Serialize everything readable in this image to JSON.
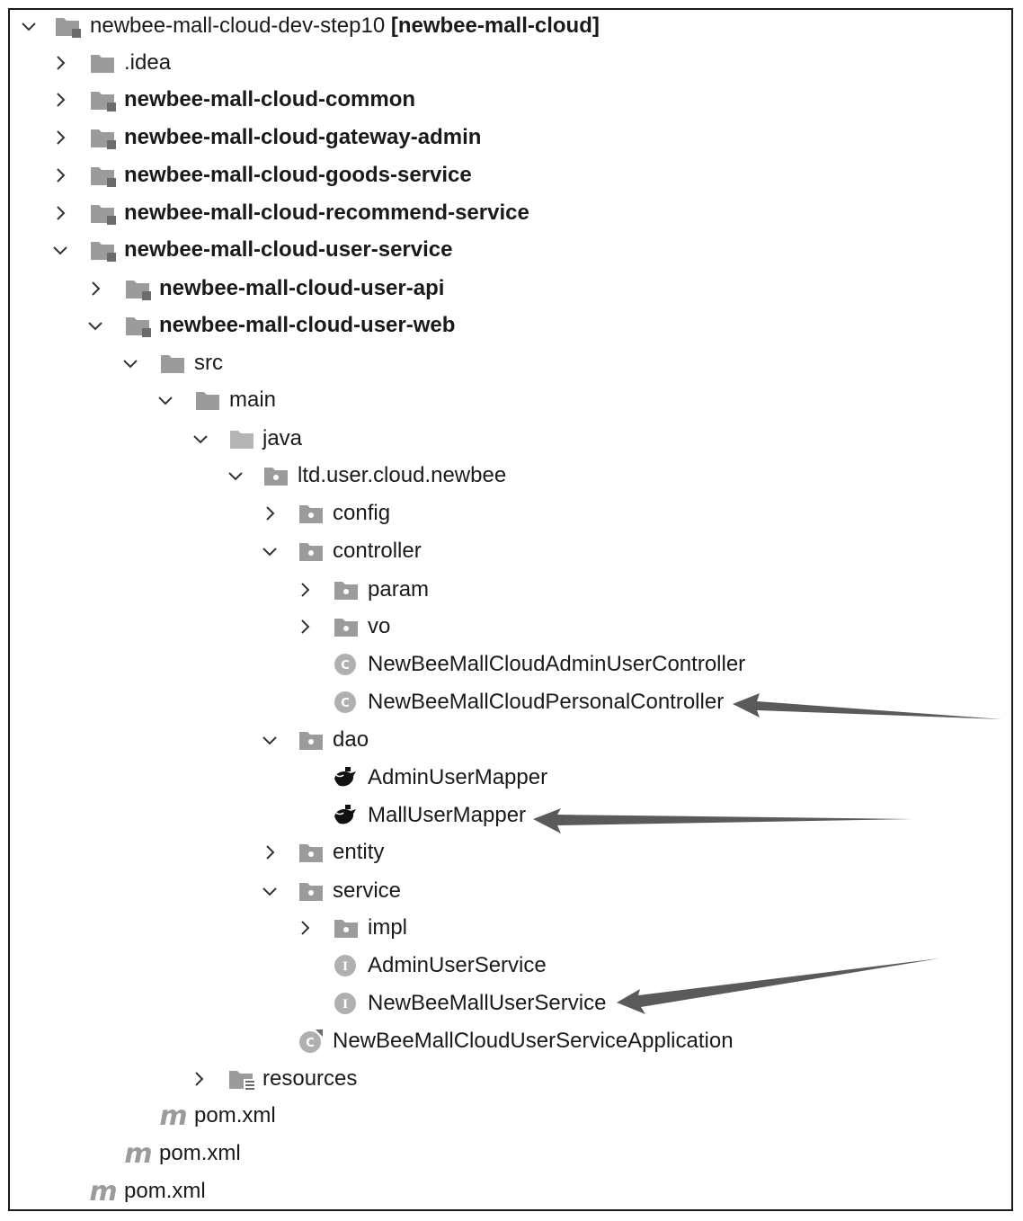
{
  "tree": {
    "root": {
      "label": "newbee-mall-cloud-dev-step10",
      "bracket": "[newbee-mall-cloud]"
    },
    "idea": ".idea",
    "common": "newbee-mall-cloud-common",
    "gateway_admin": "newbee-mall-cloud-gateway-admin",
    "goods_service": "newbee-mall-cloud-goods-service",
    "recommend_service": "newbee-mall-cloud-recommend-service",
    "user_service": "newbee-mall-cloud-user-service",
    "user_api": "newbee-mall-cloud-user-api",
    "user_web": "newbee-mall-cloud-user-web",
    "src": "src",
    "main": "main",
    "java": "java",
    "package": "ltd.user.cloud.newbee",
    "config": "config",
    "controller": "controller",
    "param": "param",
    "vo": "vo",
    "admin_user_controller": "NewBeeMallCloudAdminUserController",
    "personal_controller": "NewBeeMallCloudPersonalController",
    "dao": "dao",
    "admin_user_mapper": "AdminUserMapper",
    "mall_user_mapper": "MallUserMapper",
    "entity": "entity",
    "service": "service",
    "impl": "impl",
    "admin_user_service": "AdminUserService",
    "newbee_user_service": "NewBeeMallUserService",
    "application": "NewBeeMallCloudUserServiceApplication",
    "resources": "resources",
    "pom_web": "pom.xml",
    "pom_user_service": "pom.xml",
    "pom_root": "pom.xml"
  },
  "icon_glyphs": {
    "class": "C",
    "interface": "I",
    "maven": "m"
  },
  "icons": {
    "module_folder": "module-folder-icon",
    "folder": "folder-icon",
    "package": "package-icon",
    "class": "class-icon",
    "interface": "interface-icon",
    "spring_boot_class": "spring-boot-class-icon",
    "mybatis_mapper": "mybatis-mapper-icon",
    "resources_folder": "resources-folder-icon",
    "maven": "maven-icon"
  },
  "colors": {
    "text": "#1a1a1a",
    "icon_gray": "#9b9b9b",
    "icon_dark": "#6b6b6b",
    "pointer": "#5a5a5a"
  }
}
